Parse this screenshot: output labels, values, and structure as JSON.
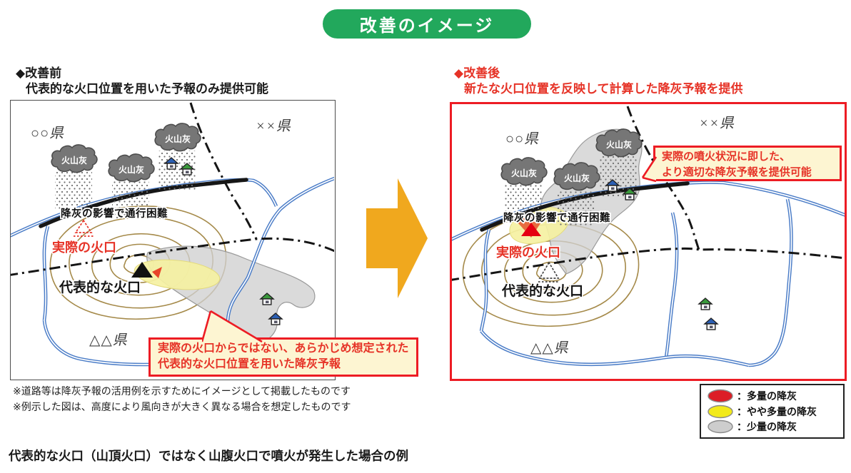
{
  "banner": {
    "title": "改善のイメージ"
  },
  "before": {
    "heading": "◆改善前",
    "subheading": "代表的な火口位置を用いた予報のみ提供可能",
    "map": {
      "pref_nw": "○○県",
      "pref_ne": "××県",
      "pref_s": "△△県",
      "cloud_label": "火山灰",
      "road_label": "降灰の影響で通行困難",
      "actual_crater_label": "実際の火口",
      "rep_crater_label": "代表的な火口"
    },
    "callout": {
      "line1": "実際の火口からではない、あらかじめ想定された",
      "line2": "代表的な火口位置を用いた降灰予報"
    },
    "notes": [
      "※道路等は降灰予報の活用例を示すためにイメージとして掲載したものです",
      "※例示した図は、高度により風向きが大きく異なる場合を想定したものです"
    ]
  },
  "after": {
    "heading": "◆改善後",
    "subheading": "新たな火口位置を反映して計算した降灰予報を提供",
    "map": {
      "pref_nw": "○○県",
      "pref_ne": "××県",
      "pref_s": "△△県",
      "cloud_label": "火山灰",
      "road_label": "降灰の影響で通行困難",
      "actual_crater_label": "実際の火口",
      "rep_crater_label": "代表的な火口"
    },
    "callout": {
      "line1": "実際の噴火状況に即した、",
      "line2": "より適切な降灰予報を提供可能"
    }
  },
  "legend": {
    "items": [
      {
        "label": "：多量の降灰",
        "color": "#dc1e26"
      },
      {
        "label": "：やや多量の降灰",
        "color": "#f2ea1a"
      },
      {
        "label": "：少量の降灰",
        "color": "#cdcdcd"
      }
    ]
  },
  "caption": "代表的な火口（山頂火口）ではなく山腹火口で噴火が発生した場合の例",
  "colors": {
    "banner_green": "#22a85c",
    "accent_red_text": "#e63327",
    "accent_red_border": "#ed1c24",
    "arrow_orange": "#f0a81e",
    "ash_gray": "#cfcfcf",
    "ash_yellow": "#f5f1a2",
    "contour_tan": "#a58a4a",
    "river_blue": "#4a7cc7"
  }
}
